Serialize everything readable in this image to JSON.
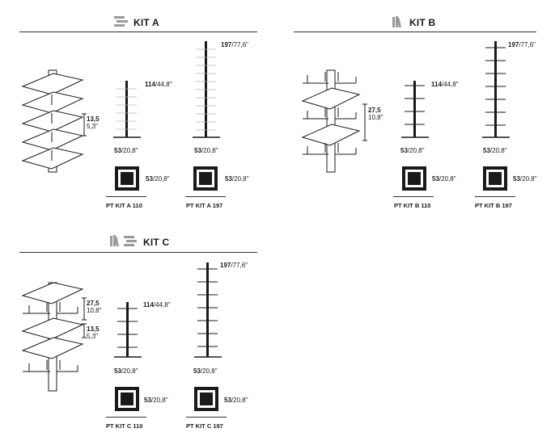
{
  "kits": [
    {
      "title": "KIT A",
      "icon": "horizontal-shelves-icon",
      "shelf_spacing": {
        "metric": "13,5",
        "imperial": "5,3\""
      },
      "models": [
        {
          "height_metric": "114",
          "height_imperial": "/44,8\"",
          "base_metric": "53",
          "base_imperial": "/20,8\"",
          "square_metric": "53",
          "square_imperial": "/20,8\"",
          "code": "PT KIT A 110"
        },
        {
          "height_metric": "197",
          "height_imperial": "/77,6\"",
          "base_metric": "53",
          "base_imperial": "/20,8\"",
          "square_metric": "53",
          "square_imperial": "/20,8\"",
          "code": "PT KIT A 197"
        }
      ]
    },
    {
      "title": "KIT B",
      "icon": "vertical-books-icon",
      "shelf_spacing": {
        "metric": "27,5",
        "imperial": "10,8\""
      },
      "models": [
        {
          "height_metric": "114",
          "height_imperial": "/44,8\"",
          "base_metric": "53",
          "base_imperial": "/20,8\"",
          "square_metric": "53",
          "square_imperial": "/20,8\"",
          "code": "PT KIT B 110"
        },
        {
          "height_metric": "197",
          "height_imperial": "/77,6\"",
          "base_metric": "53",
          "base_imperial": "/20,8\"",
          "square_metric": "53",
          "square_imperial": "/20,8\"",
          "code": "PT KIT B 197"
        }
      ]
    },
    {
      "title": "KIT C",
      "icon": "books-and-shelves-icon",
      "shelf_spacing_large": {
        "metric": "27,5",
        "imperial": "10,8\""
      },
      "shelf_spacing_small": {
        "metric": "13,5",
        "imperial": "5,3\""
      },
      "models": [
        {
          "height_metric": "114",
          "height_imperial": "/44,8\"",
          "base_metric": "53",
          "base_imperial": "/20,8\"",
          "square_metric": "53",
          "square_imperial": "/20,8\"",
          "code": "PT KIT C 110"
        },
        {
          "height_metric": "197",
          "height_imperial": "/77,6\"",
          "base_metric": "53",
          "base_imperial": "/20,8\"",
          "square_metric": "53",
          "square_imperial": "/20,8\"",
          "code": "PT KIT C 197"
        }
      ]
    }
  ],
  "colors": {
    "ink": "#1a1a1a",
    "icon_gray": "#9a9a9a",
    "shelf_fill": "#ffffff"
  }
}
